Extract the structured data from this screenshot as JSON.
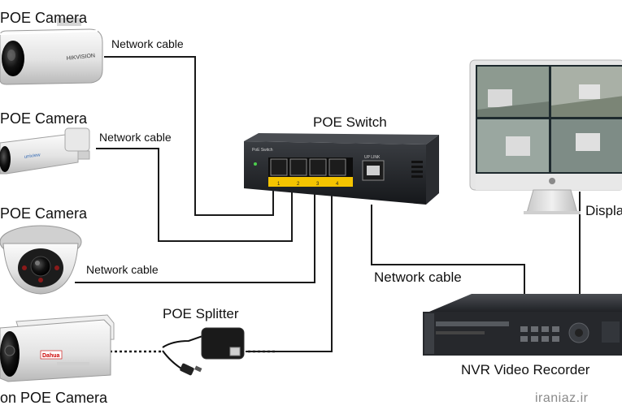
{
  "cameras": [
    {
      "label": "POE Camera"
    },
    {
      "label": "POE Camera"
    },
    {
      "label": "POE Camera"
    },
    {
      "label": "on POE Camera"
    }
  ],
  "camera_brands": [
    "HIKVISION",
    "uniview",
    "Dahua"
  ],
  "cables": {
    "cam1": "Network cable",
    "cam2": "Network cable",
    "cam3": "Network cable",
    "switch_nvr": "Network cable"
  },
  "switch": {
    "label": "POE Switch",
    "tiny_text": "PoE Switch",
    "port_numbers": [
      "1",
      "2",
      "3",
      "4"
    ],
    "uplink": "UP LINK"
  },
  "splitter": {
    "label": "POE Splitter"
  },
  "nvr": {
    "label": "NVR Video Recorder"
  },
  "display": {
    "label": "Displa"
  },
  "watermark": "iraniaz.ir"
}
